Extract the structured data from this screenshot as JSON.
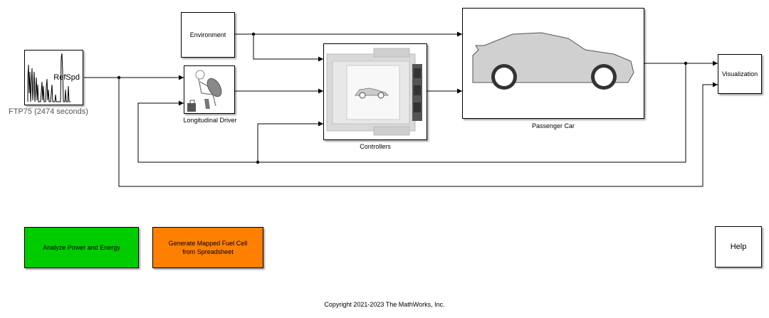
{
  "blocks": {
    "ftp75": {
      "port_label": "RefSpd",
      "caption": "FTP75 (2474  seconds)"
    },
    "environment": {
      "label": "Environment"
    },
    "driver": {
      "caption": "Longitudinal Driver"
    },
    "controllers": {
      "caption": "Controllers"
    },
    "passenger_car": {
      "caption": "Passenger Car"
    },
    "visualization": {
      "label": "Visualization"
    }
  },
  "buttons": {
    "analyze": {
      "label": "Analyze Power and Energy",
      "color": "#00cc00"
    },
    "generate": {
      "label": "Generate Mapped Fuel Cell from Spreadsheet",
      "color": "#ff7f00"
    },
    "help": {
      "label": "Help"
    }
  },
  "footer": {
    "copyright": "Copyright 2021-2023 The MathWorks, Inc."
  }
}
